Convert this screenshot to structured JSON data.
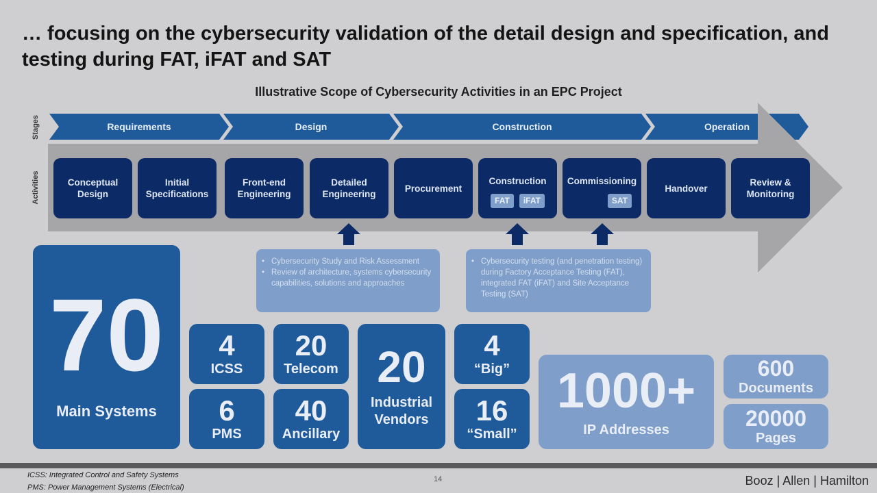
{
  "title": "… focusing on the cybersecurity validation of the detail design and specification, and testing during FAT, iFAT and SAT",
  "subtitle": "Illustrative Scope of Cybersecurity Activities in an EPC Project",
  "side_labels": {
    "stages": "Stages",
    "activities": "Activities"
  },
  "stages": [
    "Requirements",
    "Design",
    "Construction",
    "Operation"
  ],
  "activities": {
    "conceptual": "Conceptual Design",
    "initial": "Initial Specifications",
    "frontend": "Front-end Engineering",
    "detailed": "Detailed Engineering",
    "procurement": "Procurement",
    "construction": "Construction",
    "commissioning": "Commissioning",
    "handover": "Handover",
    "review": "Review & Monitoring"
  },
  "pills": {
    "fat": "FAT",
    "ifat": "iFAT",
    "sat": "SAT"
  },
  "notes": {
    "design": [
      "Cybersecurity Study and Risk Assessment",
      "Review of architecture, systems cybersecurity capabilities, solutions and approaches"
    ],
    "testing": [
      "Cybersecurity testing (and penetration testing) during Factory Acceptance Testing (FAT), integrated FAT (iFAT) and Site Acceptance Testing (SAT)"
    ]
  },
  "stats": {
    "main": {
      "value": "70",
      "label": "Main Systems"
    },
    "icss": {
      "value": "4",
      "label": "ICSS"
    },
    "pms": {
      "value": "6",
      "label": "PMS"
    },
    "telecom": {
      "value": "20",
      "label": "Telecom"
    },
    "ancillary": {
      "value": "40",
      "label": "Ancillary"
    },
    "vendors": {
      "value": "20",
      "label": "Industrial Vendors"
    },
    "big": {
      "value": "4",
      "label": "“Big”"
    },
    "small": {
      "value": "16",
      "label": "“Small”"
    },
    "ip": {
      "value": "1000+",
      "label": "IP Addresses"
    },
    "docs": {
      "value": "600",
      "label": "Documents"
    },
    "pages": {
      "value": "20000",
      "label": "Pages"
    }
  },
  "footnotes": {
    "icss": "ICSS: Integrated Control and Safety Systems",
    "pms": "PMS: Power Management Systems (Electrical)"
  },
  "page_number": "14",
  "logo": "Booz | Allen | Hamilton",
  "colors": {
    "stage_blue": "#1f5a9a",
    "activity_navy": "#0c2a66",
    "light_blue": "#7f9ec9",
    "background": "#cfcfd1"
  }
}
